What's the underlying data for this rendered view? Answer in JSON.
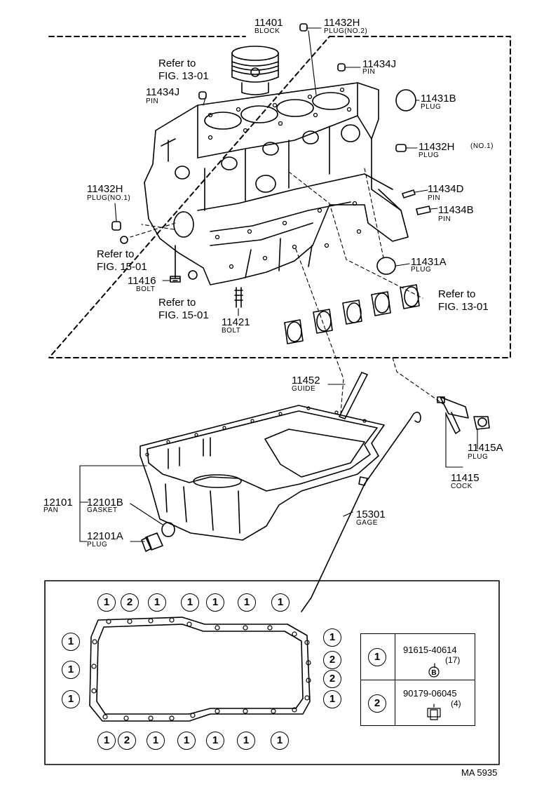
{
  "parts": [
    {
      "id": "block",
      "number": "11401",
      "name": "BLOCK"
    },
    {
      "id": "plug-no2",
      "number": "11432H",
      "name": "PLUG(NO.2)"
    },
    {
      "id": "pin-top",
      "number": "11434J",
      "name": "PIN"
    },
    {
      "id": "pin-left",
      "number": "11434J",
      "name": "PIN"
    },
    {
      "id": "plug-11431b",
      "number": "11431B",
      "name": "PLUG"
    },
    {
      "id": "plug-no1-right",
      "number": "11432H",
      "name": "PLUG",
      "note": "(NO.1)"
    },
    {
      "id": "pin-11434d",
      "number": "11434D",
      "name": "PIN"
    },
    {
      "id": "pin-11434b",
      "number": "11434B",
      "name": "PIN"
    },
    {
      "id": "plug-no1-left",
      "number": "11432H",
      "name": "PLUG(NO.1)"
    },
    {
      "id": "plug-11431a",
      "number": "11431A",
      "name": "PLUG"
    },
    {
      "id": "bolt-11416",
      "number": "11416",
      "name": "BOLT"
    },
    {
      "id": "bolt-11421",
      "number": "11421",
      "name": "BOLT"
    },
    {
      "id": "guide",
      "number": "11452",
      "name": "GUIDE"
    },
    {
      "id": "plug-11415a",
      "number": "11415A",
      "name": "PLUG"
    },
    {
      "id": "cock",
      "number": "11415",
      "name": "COCK"
    },
    {
      "id": "pan",
      "number": "12101",
      "name": "PAN"
    },
    {
      "id": "gasket",
      "number": "12101B",
      "name": "GASKET"
    },
    {
      "id": "plug-12101a",
      "number": "12101A",
      "name": "PLUG"
    },
    {
      "id": "gage",
      "number": "15301",
      "name": "GAGE"
    }
  ],
  "references": {
    "ref1301_top": "Refer to\nFIG. 13-01",
    "ref1501_a": "Refer to\nFIG. 15-01",
    "ref1501_b": "Refer to\nFIG. 15-01",
    "ref1301_right": "Refer to\nFIG. 13-01"
  },
  "bolt_layout": {
    "top_row": [
      "1",
      "2",
      "1",
      "1",
      "1",
      "1",
      "1"
    ],
    "bottom_row": [
      "1",
      "2",
      "1",
      "1",
      "1",
      "1",
      "1"
    ],
    "left_col": [
      "1",
      "1",
      "1"
    ],
    "right_col": [
      "1",
      "2",
      "2",
      "1"
    ]
  },
  "legend": [
    {
      "marker": "1",
      "part_number": "91615-40614",
      "qty": "(17)",
      "mark": "B"
    },
    {
      "marker": "2",
      "part_number": "90179-06045",
      "qty": "(4)"
    }
  ],
  "figure_code": "MA 5935"
}
